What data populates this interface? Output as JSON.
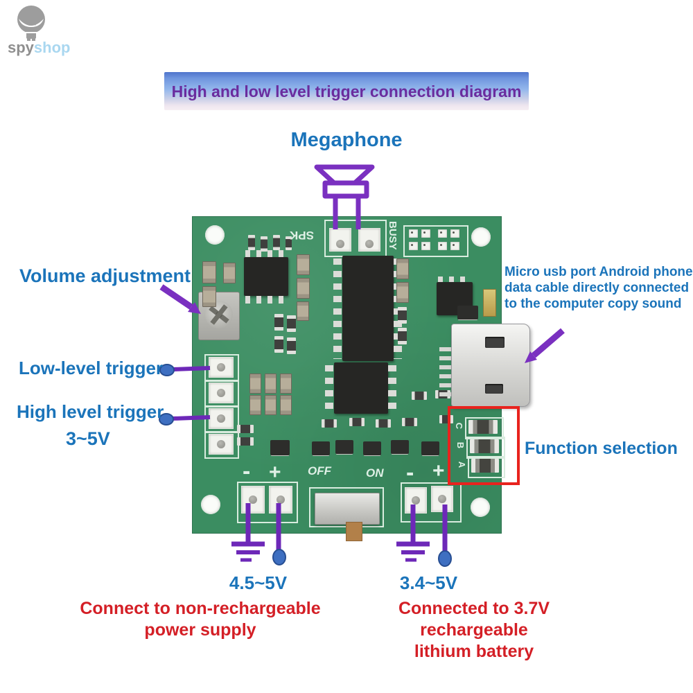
{
  "logo": {
    "spy": "spy",
    "shop": "shop"
  },
  "banner": {
    "title": "High and low level trigger connection diagram"
  },
  "annotations": {
    "megaphone": "Megaphone",
    "volume": "Volume adjustment",
    "low_trigger": "Low-level trigger",
    "high_trigger": "High level trigger",
    "trigger_voltage": "3~5V",
    "usb_line1": "Micro usb port Android phone",
    "usb_line2": "data cable directly connected",
    "usb_line3": "to the computer copy sound",
    "function_selection": "Function selection",
    "left_voltage": "4.5~5V",
    "left_caption_line1": "Connect to non-rechargeable",
    "left_caption_line2": "power supply",
    "right_voltage": "3.4~5V",
    "right_caption_line1": "Connected to 3.7V rechargeable",
    "right_caption_line2": "lithium battery"
  },
  "board_silk": {
    "spk": "SPK",
    "busy": "BUSY",
    "off": "OFF",
    "on": "ON",
    "minus": "-",
    "plus": "+",
    "func_pins": [
      "C",
      "B",
      "A"
    ]
  },
  "colors": {
    "label_blue": "#1b74ba",
    "caption_red": "#d41f26",
    "annotation_purple": "#7a30c0",
    "banner_text_purple": "#6a2c9e",
    "pcb_green": "#3b8d61",
    "highlight_red": "#e8231e"
  }
}
